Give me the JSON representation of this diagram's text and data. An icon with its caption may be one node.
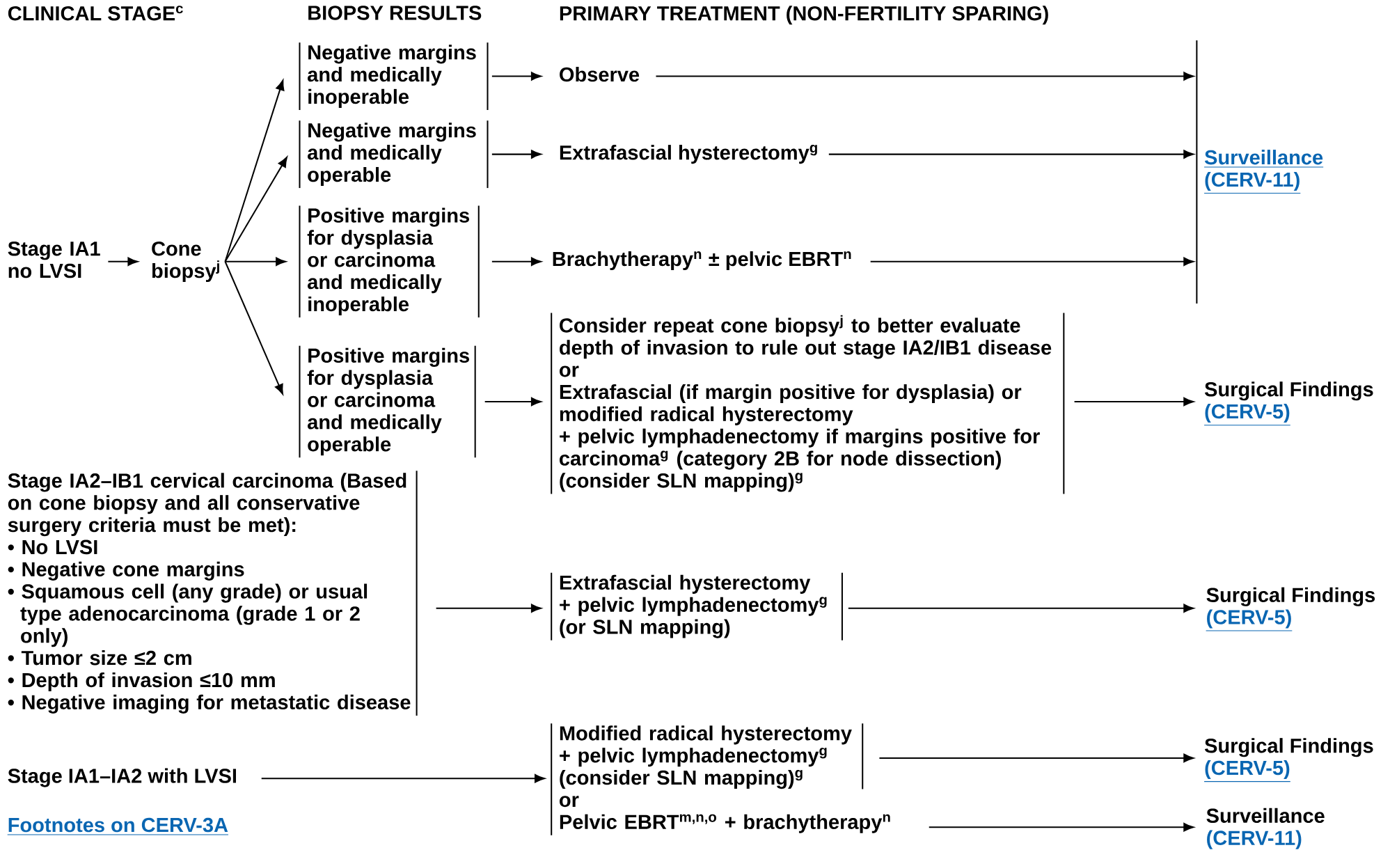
{
  "diagram": {
    "nodes": [
      {
        "text": [
          "Stage IA1 no LVSI"
        ]
      },
      {
        "text": [
          "Cone biopsy$^{j}$"
        ]
      },
      {
        "text": [
          "Negative margins and medically inoperable"
        ]
      },
      {
        "text": [
          "Negative margins and medically operable"
        ]
      },
      {
        "text": [
          "Positive margins for dysplasia or carcinoma and medically inoperable"
        ]
      },
      {
        "text": [
          "Positive margins for dysplasia or carcinoma and medically operable"
        ]
      },
      {
        "text": [
          "Observe"
        ]
      },
      {
        "text": [
          "Extrafascial hysterectomy$^{g}$"
        ]
      },
      {
        "text": [
          "Brachytherapy$^{n}$ ± pelvic EBRT$^{n}$"
        ]
      },
      {
        "text": [
          "Consider repeat cone biopsy$^{j}$ to better evaluate depth of invasion to rule out stage IA2/IB1 disease",
          "or",
          "Extrafascial (if margin positive for dysplasia) or modified radical hysterectomy",
          "+ pelvic lymphadenectomy if margins positive for carcinoma$^{g}$ (category 2B for node dissection)",
          "(consider SLN mapping)$^{g}$"
        ]
      },
      {
        "text": [
          "Surveillance",
          "(CERV-11)"
        ]
      },
      {
        "text": [
          "Surgical Findings",
          "(CERV-5)"
        ]
      },
      {
        "text": [
          "Stage IA2–IB1 cervical carcinoma (Based on cone biopsy and all conservative surgery criteria must be met):",
          "• No LVSI",
          "• Negative cone margins",
          "• Squamous cell (any grade) or usual type adenocarcinoma (grade 1 or 2 only)",
          "• Tumor size ≤2 cm",
          "• Depth of invasion ≤10 mm",
          "• Negative imaging for metastatic disease"
        ]
      },
      {
        "text": [
          "Extrafascial hysterectomy",
          "+ pelvic lymphadenectomy$^{g}$",
          "(or SLN mapping)"
        ]
      },
      {
        "text": [
          "Surgical Findings",
          "(CERV-5)"
        ]
      },
      {
        "text": [
          "Stage IA1–IA2 with LVSI"
        ]
      },
      {
        "text": [
          "Modified radical hysterectomy",
          "+ pelvic lymphadenectomy$^{g}$",
          "(consider SLN mapping)$^{g}$",
          "or",
          "Pelvic EBRT$^{m,n,o}$ + brachytherapy$^{n}$"
        ]
      },
      {
        "text": [
          "Surgical Findings",
          "(CERV-5)"
        ]
      },
      {
        "text": [
          "Surveillance",
          "(CERV-11)"
        ]
      }
    ],
    "edges": [
      {
        "from": 0,
        "to": 1,
        "arrow": "to"
      },
      {
        "from": 1,
        "to": 2,
        "arrow": "to"
      },
      {
        "from": 1,
        "to": 3,
        "arrow": "to"
      },
      {
        "from": 1,
        "to": 4,
        "arrow": "to"
      },
      {
        "from": 1,
        "to": 5,
        "arrow": "to"
      },
      {
        "from": 2,
        "to": 6,
        "arrow": "to"
      },
      {
        "from": 3,
        "to": 7,
        "arrow": "to"
      },
      {
        "from": 4,
        "to": 8,
        "arrow": "to"
      },
      {
        "from": 5,
        "to": 9,
        "arrow": "to"
      },
      {
        "from": 6,
        "to": 10,
        "arrow": "to"
      },
      {
        "from": 7,
        "to": 10,
        "arrow": "to"
      },
      {
        "from": 8,
        "to": 10,
        "arrow": "to"
      },
      {
        "from": 9,
        "to": 11,
        "arrow": "to"
      },
      {
        "from": 12,
        "to": 13,
        "arrow": "to"
      },
      {
        "from": 13,
        "to": 14,
        "arrow": "to"
      },
      {
        "from": 15,
        "to": 16,
        "arrow": "to"
      },
      {
        "from": 16,
        "to": 17,
        "arrow": "to"
      },
      {
        "from": 16,
        "to": 18,
        "arrow": "to"
      }
    ],
    "labels": [
      "CLINICAL STAGE$^{c}$",
      "BIOPSY RESULTS",
      "PRIMARY TREATMENT (NON-FERTILITY SPARING)",
      "Footnotes on CERV-3A"
    ]
  }
}
